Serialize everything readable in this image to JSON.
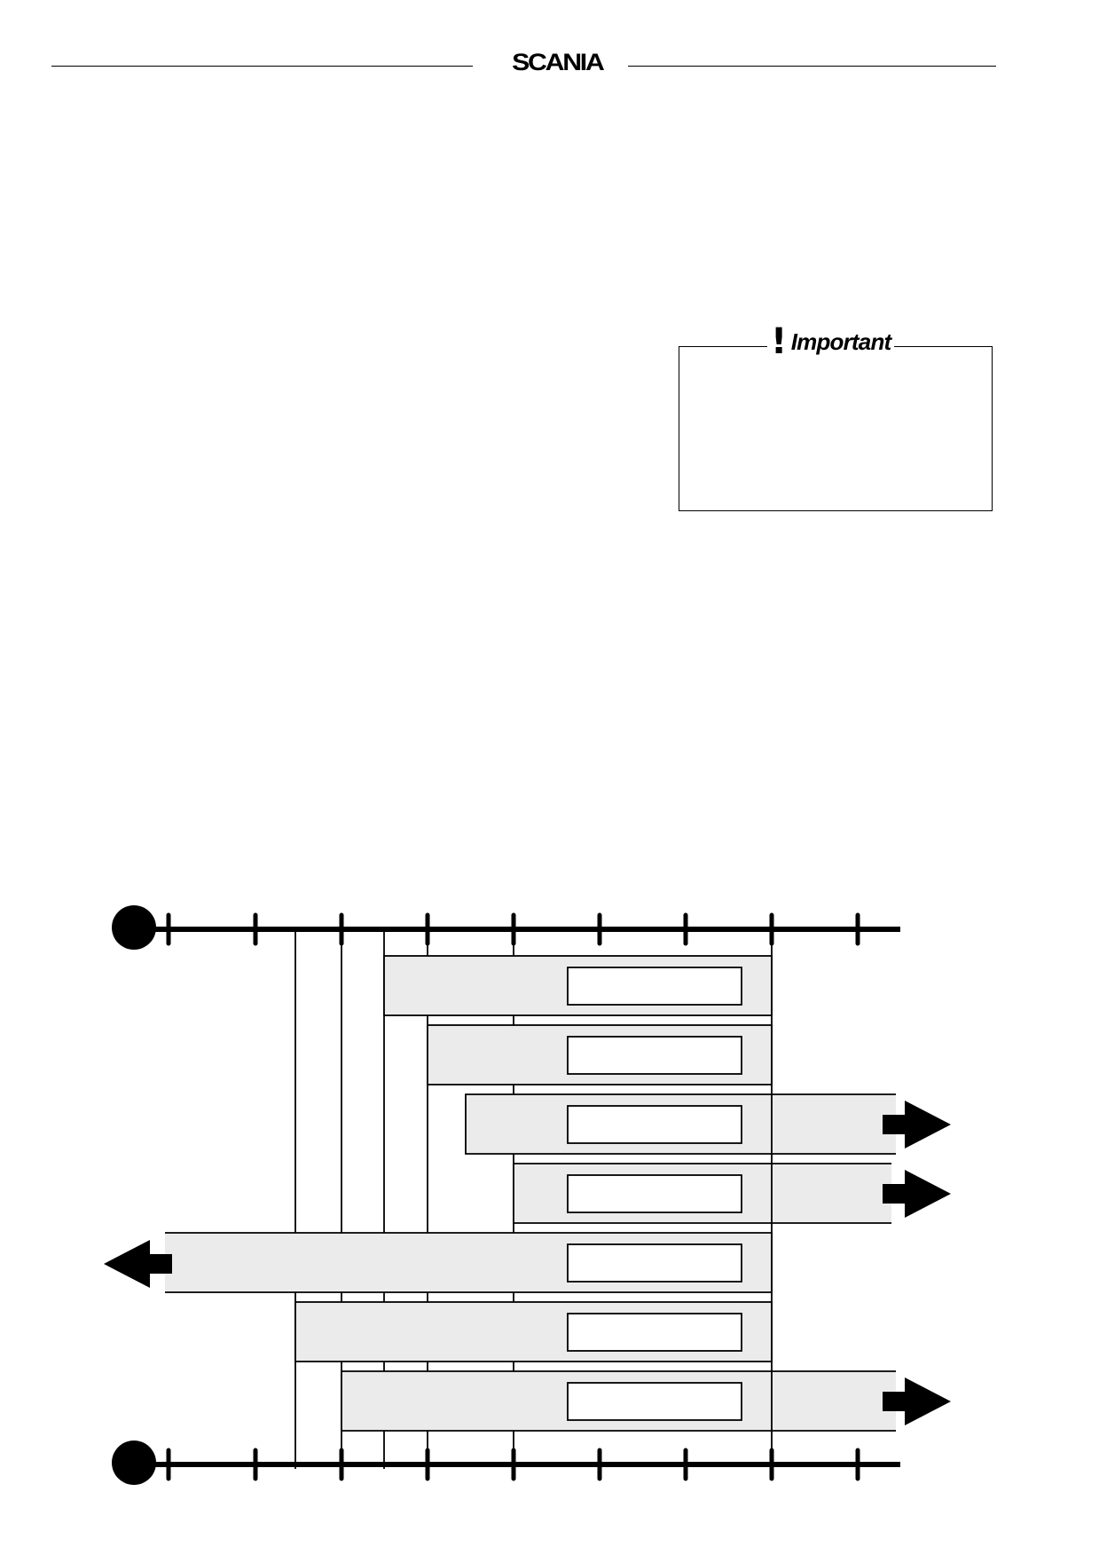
{
  "header": {
    "brand": "SCANIA"
  },
  "notice": {
    "icon": "exclamation-icon",
    "icon_glyph": "!",
    "label": "Important"
  },
  "diagram": {
    "type": "timing-diagram",
    "tick_count": 9,
    "bar_count": 7,
    "fill_color": "#ebebeb",
    "line_color": "#000000"
  }
}
